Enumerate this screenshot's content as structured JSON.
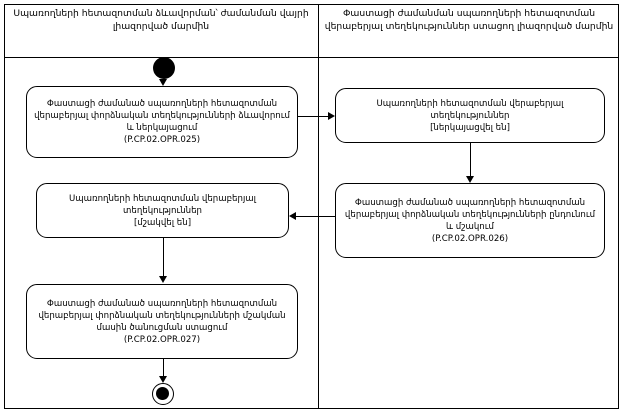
{
  "lanes": {
    "left_title": "Սպառողների հետազոտման ձևավորման՝ ժամանման վայրի լիազորված մարմին",
    "right_title": "Փաստացի ժամանման սպառողների հետազոտման վերաբերյալ տեղեկություններ ստացող լիազորված մարմին"
  },
  "nodes": {
    "a": "Փաստացի ժամանած սպառողների հետազոտման վերաբերյալ փորձնական տեղեկությունների ձևավորում և ներկայացում\n(P.CP.02.OPR.025)",
    "b": "Սպառողների հետազոտման վերաբերյալ տեղեկություններ\n[ներկայացվել են]",
    "c": "Փաստացի ժամանած սպառողների հետազոտման վերաբերյալ փորձնական տեղեկությունների ընդունում և մշակում\n(P.CP.02.OPR.026)",
    "d": "Սպառողների հետազոտման վերաբերյալ տեղեկություններ\n[մշակվել են]",
    "e": "Փաստացի ժամանած սպառողների հետազոտման վերաբերյալ փորձնական տեղեկությունների մշակման մասին ծանուցման ստացում\n(P.CP.02.OPR.027)"
  },
  "markers": {
    "start": "initial-node",
    "end": "final-node"
  }
}
